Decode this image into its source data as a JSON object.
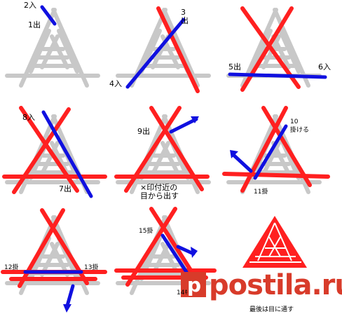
{
  "colors": {
    "red": "#ff2020",
    "blue": "#1010e0",
    "gray": "#c8c8c8",
    "watermark": "#d83b2a"
  },
  "panels": {
    "p1": {
      "label_a": "2入",
      "label_b": "1出"
    },
    "p2": {
      "label_a": "3\n出",
      "label_b": "4入"
    },
    "p3": {
      "label_a": "5出",
      "label_b": "6入"
    },
    "p4": {
      "label_a": "8入",
      "label_b": "7出"
    },
    "p5": {
      "label_a": "9出",
      "label_b": "×印付近の\n目から出す"
    },
    "p6": {
      "label_a": "10\n掛ける",
      "label_b": "11掛"
    },
    "p7": {
      "label_a": "12掛",
      "label_b": "13掛"
    },
    "p8": {
      "label_a": "15掛",
      "label_b": "14ｷ"
    },
    "p9": {
      "caption": "最後は目に通す"
    }
  },
  "watermark": {
    "text": "postila.ru",
    "icon": "p-logo-icon"
  }
}
